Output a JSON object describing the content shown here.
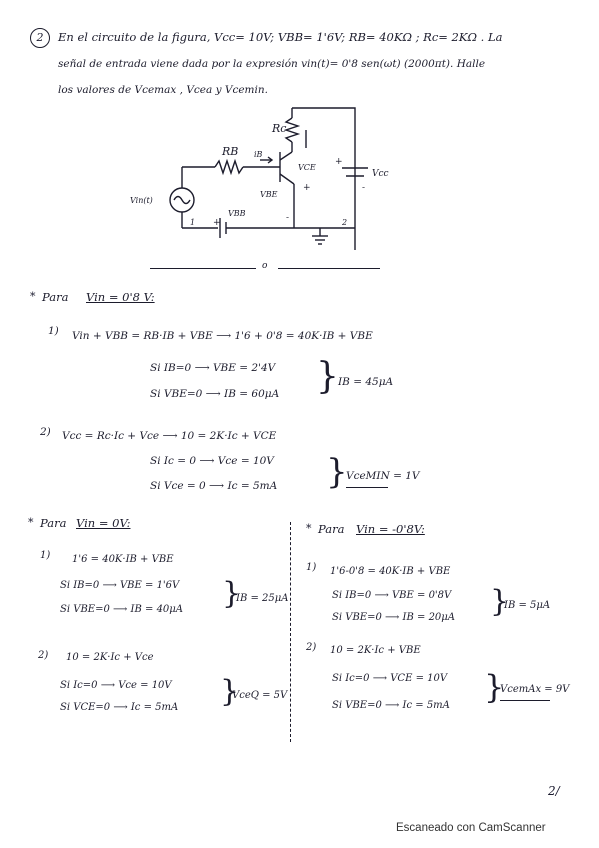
{
  "problem": {
    "number": "2",
    "line1": "En el circuito de la figura, Vcc= 10V; VBB= 1'6V; RB= 40KΩ ; Rc= 2KΩ . La",
    "line2": "señal de entrada viene dada por la expresión vin(t)= 0'8 sen(ωt) (2000πt). Halle",
    "line3": "los valores de Vcemax , Vcea y Vcemin."
  },
  "circuit": {
    "label_rb": "RB",
    "label_rc": "Rc",
    "label_ib": "iB",
    "label_vce": "VCE",
    "label_vbe": "VBE",
    "label_vcc": "Vcc",
    "label_vin": "Vin(t)",
    "label_vbb": "VBB",
    "label_node1": "1",
    "label_node2": "2",
    "plus": "+",
    "minus": "-"
  },
  "separator": "o",
  "case1": {
    "title_prefix": "Para",
    "title": "Vin = 0'8 V:",
    "item1_num": "1)",
    "eq1": "Vin + VBB = RB·IB + VBE  ⟶  1'6 + 0'8 = 40K·IB + VBE",
    "eq1_a": "Si IB=0 ⟶ VBE = 2'4V",
    "eq1_b": "Si VBE=0 ⟶ IB = 60μA",
    "eq1_result": "IB = 45μA",
    "item2_num": "2)",
    "eq2": "Vcc = Rc·Ic + Vce  ⟶  10 = 2K·Ic + VCE",
    "eq2_a": "Si Ic = 0 ⟶ Vce = 10V",
    "eq2_b": "Si Vce = 0 ⟶ Ic = 5mA",
    "eq2_result": "VceMIN = 1V"
  },
  "case2": {
    "title_prefix": "Para",
    "title": "Vin = 0V:",
    "item1_num": "1)",
    "eq1": "1'6 = 40K·IB + VBE",
    "eq1_a": "Si IB=0 ⟶ VBE = 1'6V",
    "eq1_b": "Si VBE=0 ⟶ IB = 40μA",
    "eq1_result": "IB = 25μA",
    "item2_num": "2)",
    "eq2": "10 = 2K·Ic + Vce",
    "eq2_a": "Si Ic=0 ⟶ Vce = 10V",
    "eq2_b": "Si VCE=0 ⟶ Ic = 5mA",
    "eq2_result": "VceQ = 5V"
  },
  "case3": {
    "title_prefix": "Para",
    "title": "Vin = -0'8V:",
    "item1_num": "1)",
    "eq1": "1'6-0'8 = 40K·IB + VBE",
    "eq1_a": "Si IB=0 ⟶ VBE = 0'8V",
    "eq1_b": "Si VBE=0 ⟶ IB = 20μA",
    "eq1_result": "IB = 5μA",
    "item2_num": "2)",
    "eq2": "10 = 2K·Ic + VBE",
    "eq2_a": "Si Ic=0 ⟶ VCE = 10V",
    "eq2_b": "Si VBE=0 ⟶ Ic = 5mA",
    "eq2_result": "VcemAx = 9V"
  },
  "page_number": "2/",
  "footer": "Escaneado con CamScanner",
  "colors": {
    "ink": "#1c1c2c",
    "paper": "#ffffff"
  }
}
